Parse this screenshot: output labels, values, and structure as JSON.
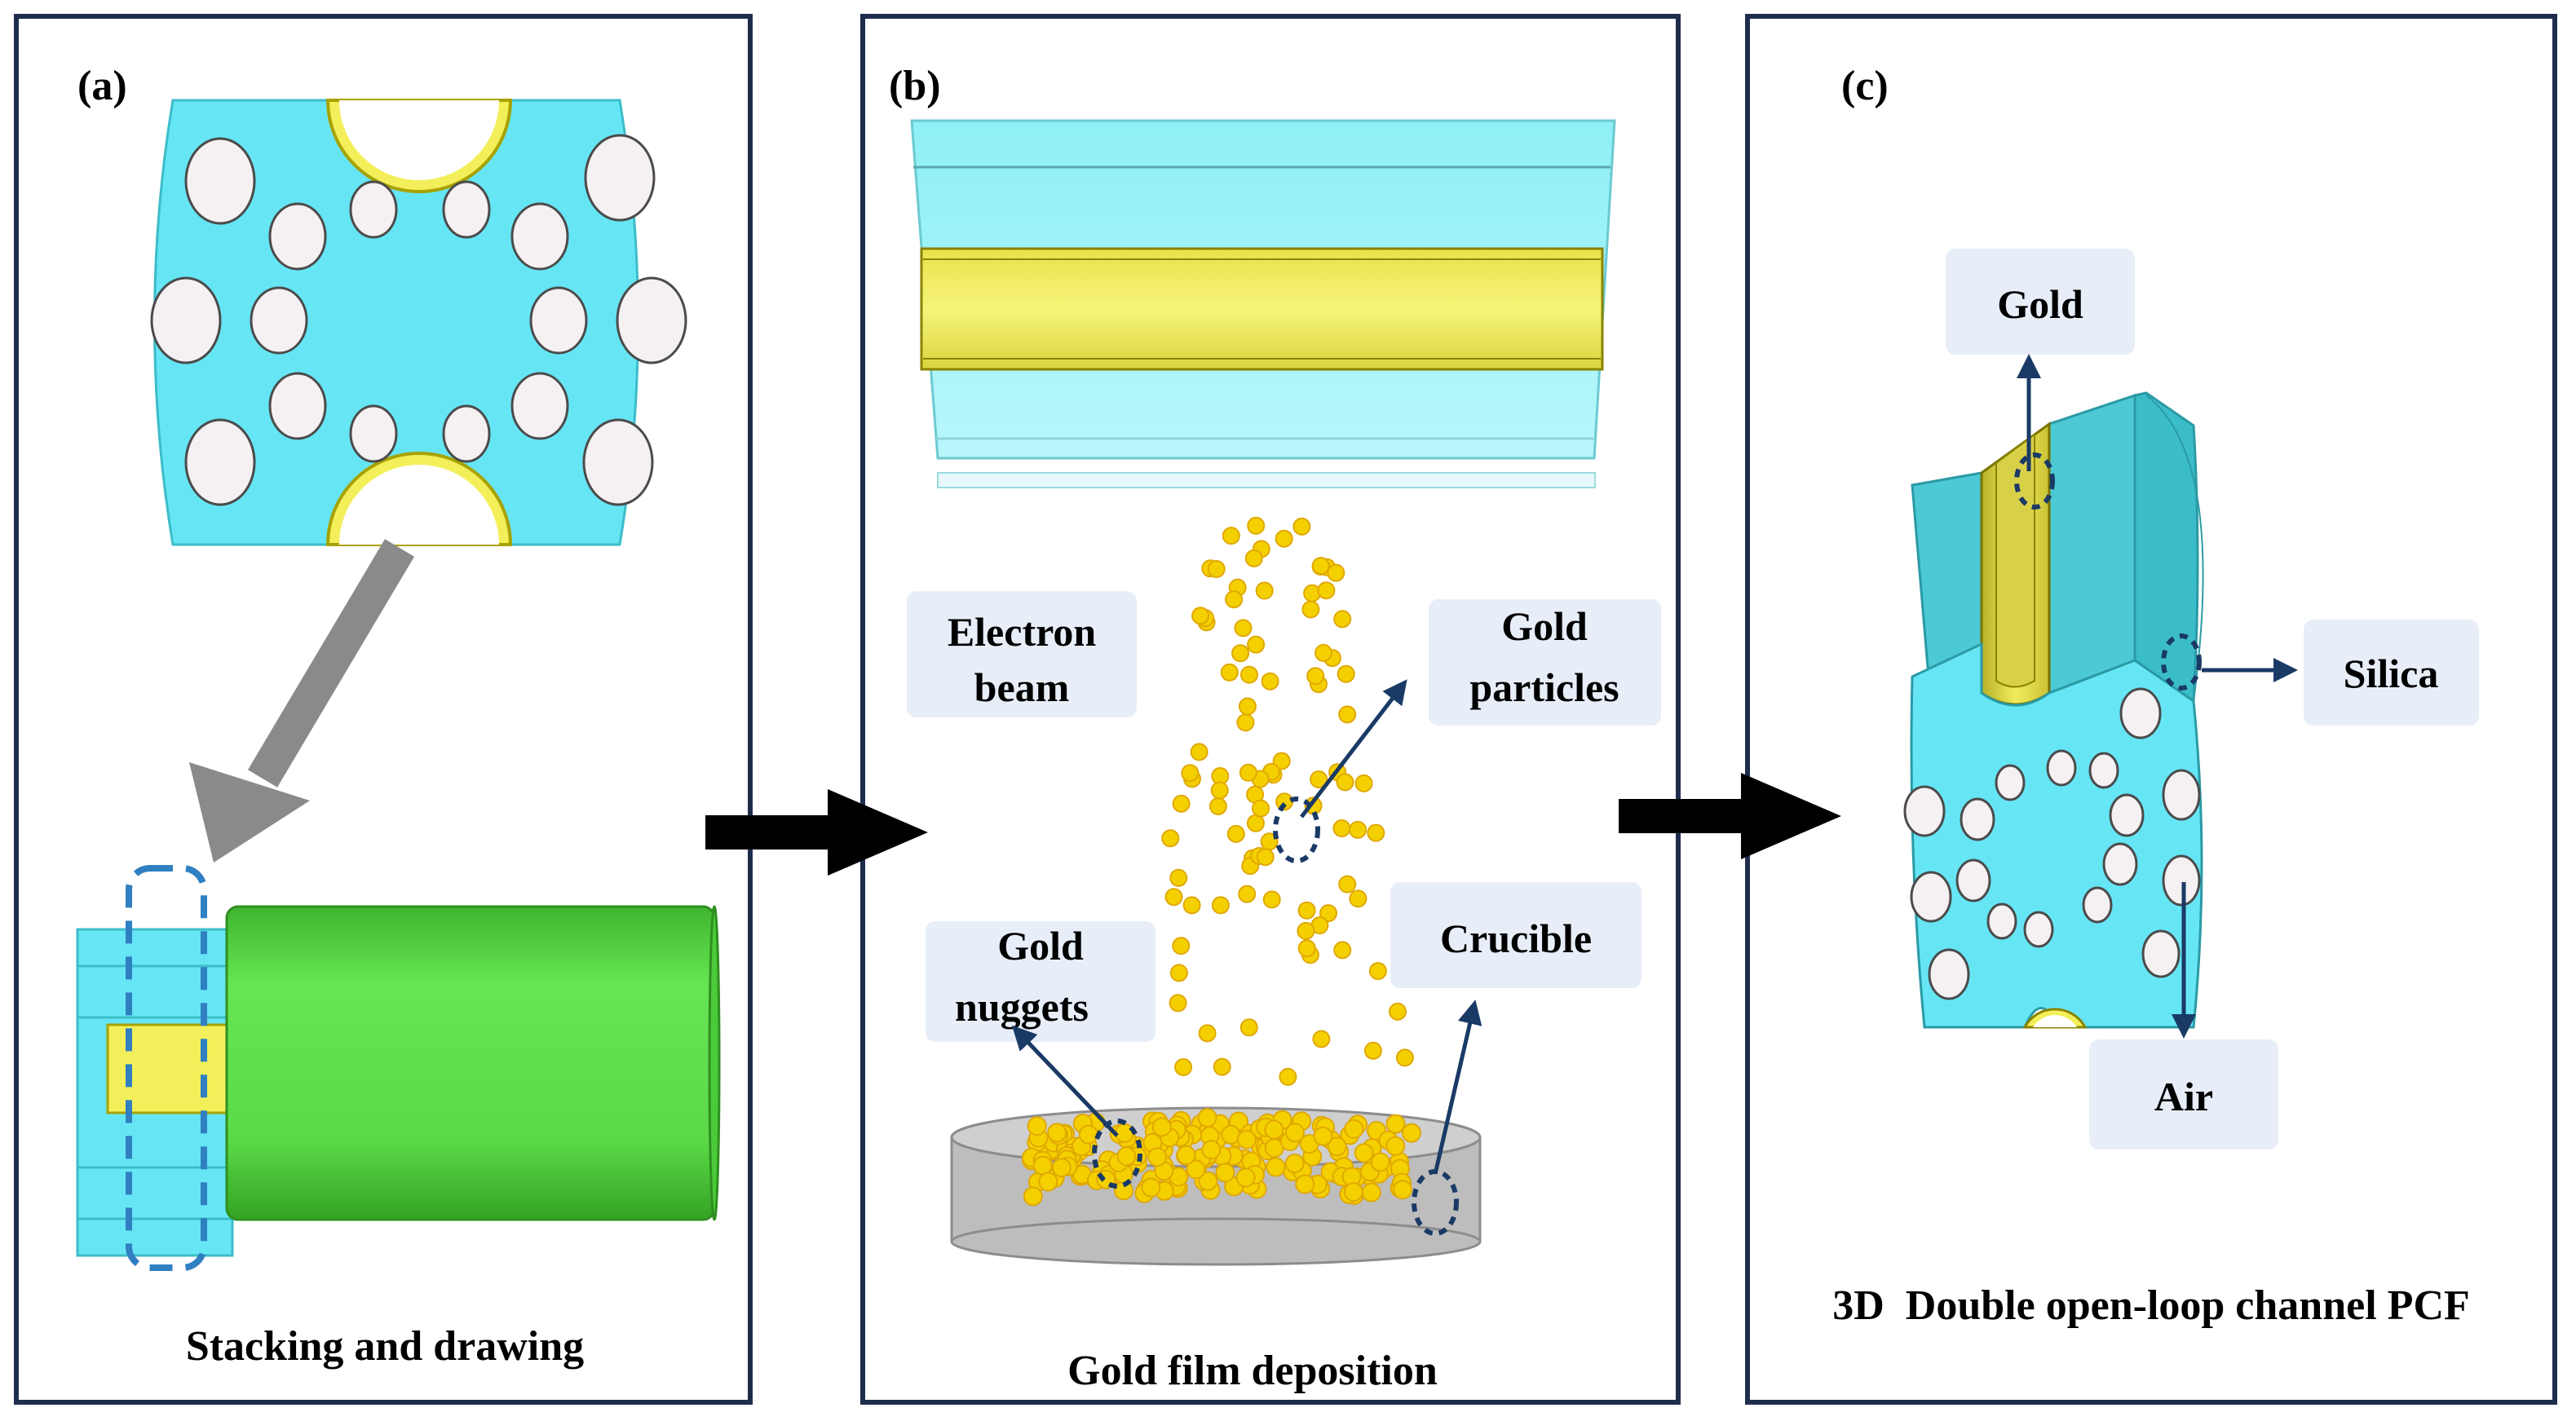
{
  "panels": {
    "a": {
      "label": "(a)",
      "caption": "Stacking and drawing"
    },
    "b": {
      "label": "(b)",
      "caption": "Gold film deposition",
      "labels": {
        "electron_beam": [
          "Electron",
          "beam"
        ],
        "gold_particles": [
          "Gold",
          "particles"
        ],
        "gold_nuggets": [
          "Gold",
          "nuggets"
        ],
        "crucible": "Crucible"
      }
    },
    "c": {
      "label": "(c)",
      "caption": "3D  Double open-loop channel PCF",
      "labels": {
        "gold": "Gold",
        "silica": "Silica",
        "air": "Air"
      }
    }
  },
  "colors": {
    "frame": "#1f2d4d",
    "silica": "#66e6f5",
    "silica_dark": "#3bbdc9",
    "gold": "#f2ef5a",
    "gold_particle": "#f5d000",
    "green_jacket": "#5cd94a",
    "crucible": "#bdbdbd",
    "label_bg": "#e8eef8",
    "arrow_navy": "#1a3a66",
    "dash_blue": "#2f7fc1"
  }
}
